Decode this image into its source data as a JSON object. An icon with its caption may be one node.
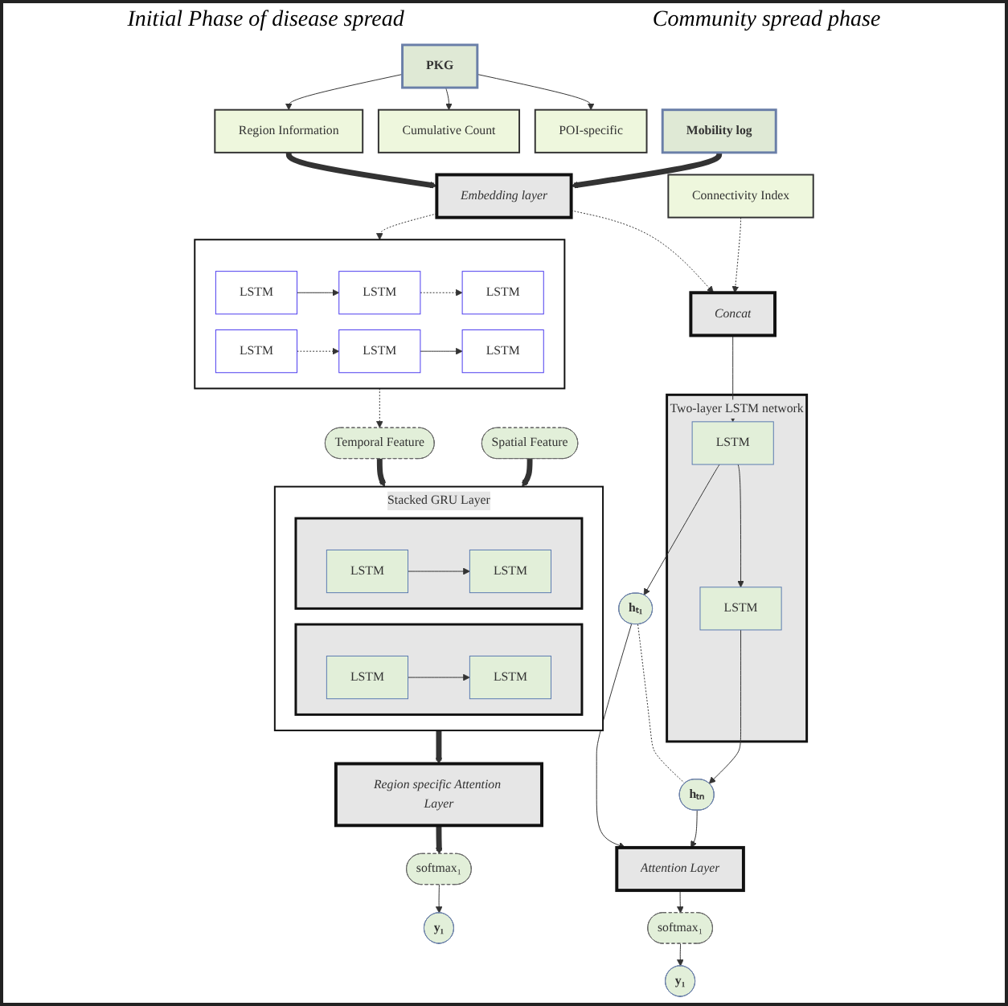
{
  "diagram": {
    "nodes": [
      {
        "text": [
          "PKG"
        ]
      },
      {
        "text": [
          "POI-specific"
        ]
      },
      {
        "text": [
          "Cumulative Count"
        ]
      },
      {
        "text": [
          "Region Information"
        ]
      },
      {
        "text": [
          "Mobility log"
        ]
      },
      {
        "text": [
          "Embedding layer"
        ]
      },
      {
        "text": [
          "Connectivity Index"
        ]
      },
      {
        "text": [
          "Concat"
        ]
      },
      {
        "text": [
          "Two-layer LSTM network"
        ]
      },
      {
        "text": [
          "LSTM"
        ],
        "in": 8
      },
      {
        "text": [
          "LSTM"
        ],
        "in": 8
      },
      {
        "text": [
          "hₜ₁"
        ]
      },
      {
        "text": [
          "hₜₙ"
        ]
      },
      {
        "text": [
          "Attention Layer"
        ]
      },
      {
        "text": [
          "softmax₁"
        ]
      },
      {
        "text": [
          "y₁"
        ]
      },
      {
        "text": [],
        "shape": "box"
      },
      {
        "text": [
          "LSTM"
        ],
        "in": 16
      },
      {
        "text": [
          "LSTM"
        ],
        "in": 16
      },
      {
        "text": [
          "LSTM"
        ],
        "in": 16
      },
      {
        "text": [
          "LSTM"
        ],
        "in": 16
      },
      {
        "text": [
          "LSTM"
        ],
        "in": 16
      },
      {
        "text": [
          "LSTM"
        ],
        "in": 16
      },
      {
        "text": [
          "Spatial Feature"
        ]
      },
      {
        "text": [
          "Temporal Feature"
        ]
      },
      {
        "text": [
          "Stacked GRU Layer"
        ]
      },
      {
        "text": [],
        "shape": "box",
        "in": 25
      },
      {
        "text": [
          "LSTM"
        ],
        "in": 26
      },
      {
        "text": [
          "LSTM"
        ],
        "in": 26
      },
      {
        "text": [],
        "shape": "box",
        "in": 25
      },
      {
        "text": [
          "LSTM"
        ],
        "in": 29
      },
      {
        "text": [
          "LSTM"
        ],
        "in": 29
      },
      {
        "text": [
          "Region specific Attention Layer"
        ]
      },
      {
        "text": [
          "softmax₁"
        ]
      },
      {
        "text": [
          "y₁"
        ]
      }
    ],
    "edges": [
      {
        "from": 0,
        "to": 1,
        "arrow": "to"
      },
      {
        "from": 0,
        "to": 2,
        "arrow": "to"
      },
      {
        "from": 0,
        "to": 3,
        "arrow": "to"
      },
      {
        "from": 3,
        "to": 5,
        "arrow": "to",
        "style": "thick"
      },
      {
        "from": 4,
        "to": 5,
        "arrow": "to",
        "style": "thick"
      },
      {
        "from": 6,
        "to": 7,
        "arrow": "to",
        "style": "dashed"
      },
      {
        "from": 5,
        "to": 7,
        "arrow": "to",
        "style": "dashed"
      },
      {
        "from": 5,
        "to": 16,
        "arrow": "to",
        "style": "dashed"
      },
      {
        "from": 7,
        "to": 9,
        "arrow": "to"
      },
      {
        "from": 9,
        "to": 10,
        "arrow": "to"
      },
      {
        "from": 9,
        "to": 11,
        "arrow": "to"
      },
      {
        "from": 10,
        "to": 12,
        "arrow": "to"
      },
      {
        "from": 11,
        "to": 12,
        "arrow": "none",
        "style": "dashed"
      },
      {
        "from": 11,
        "to": 13,
        "arrow": "to"
      },
      {
        "from": 12,
        "to": 13,
        "arrow": "to"
      },
      {
        "from": 13,
        "to": 14,
        "arrow": "to"
      },
      {
        "from": 14,
        "to": 15,
        "arrow": "to"
      },
      {
        "from": 17,
        "to": 18,
        "arrow": "to"
      },
      {
        "from": 18,
        "to": 19,
        "arrow": "to",
        "style": "dashed"
      },
      {
        "from": 22,
        "to": 21,
        "arrow": "to",
        "style": "dashed"
      },
      {
        "from": 21,
        "to": 20,
        "arrow": "to"
      },
      {
        "from": 16,
        "to": 24,
        "arrow": "to",
        "style": "dashed"
      },
      {
        "from": 23,
        "to": 25,
        "arrow": "to",
        "style": "thick"
      },
      {
        "from": 24,
        "to": 25,
        "arrow": "to",
        "style": "thick"
      },
      {
        "from": 27,
        "to": 28,
        "arrow": "to"
      },
      {
        "from": 30,
        "to": 31,
        "arrow": "to"
      },
      {
        "from": 25,
        "to": 32,
        "arrow": "to",
        "style": "thick"
      },
      {
        "from": 32,
        "to": 33,
        "arrow": "to",
        "style": "thick"
      },
      {
        "from": 33,
        "to": 34,
        "arrow": "to"
      }
    ],
    "labels": [
      "Initial Phase of disease spread",
      "Community spread phase"
    ]
  }
}
